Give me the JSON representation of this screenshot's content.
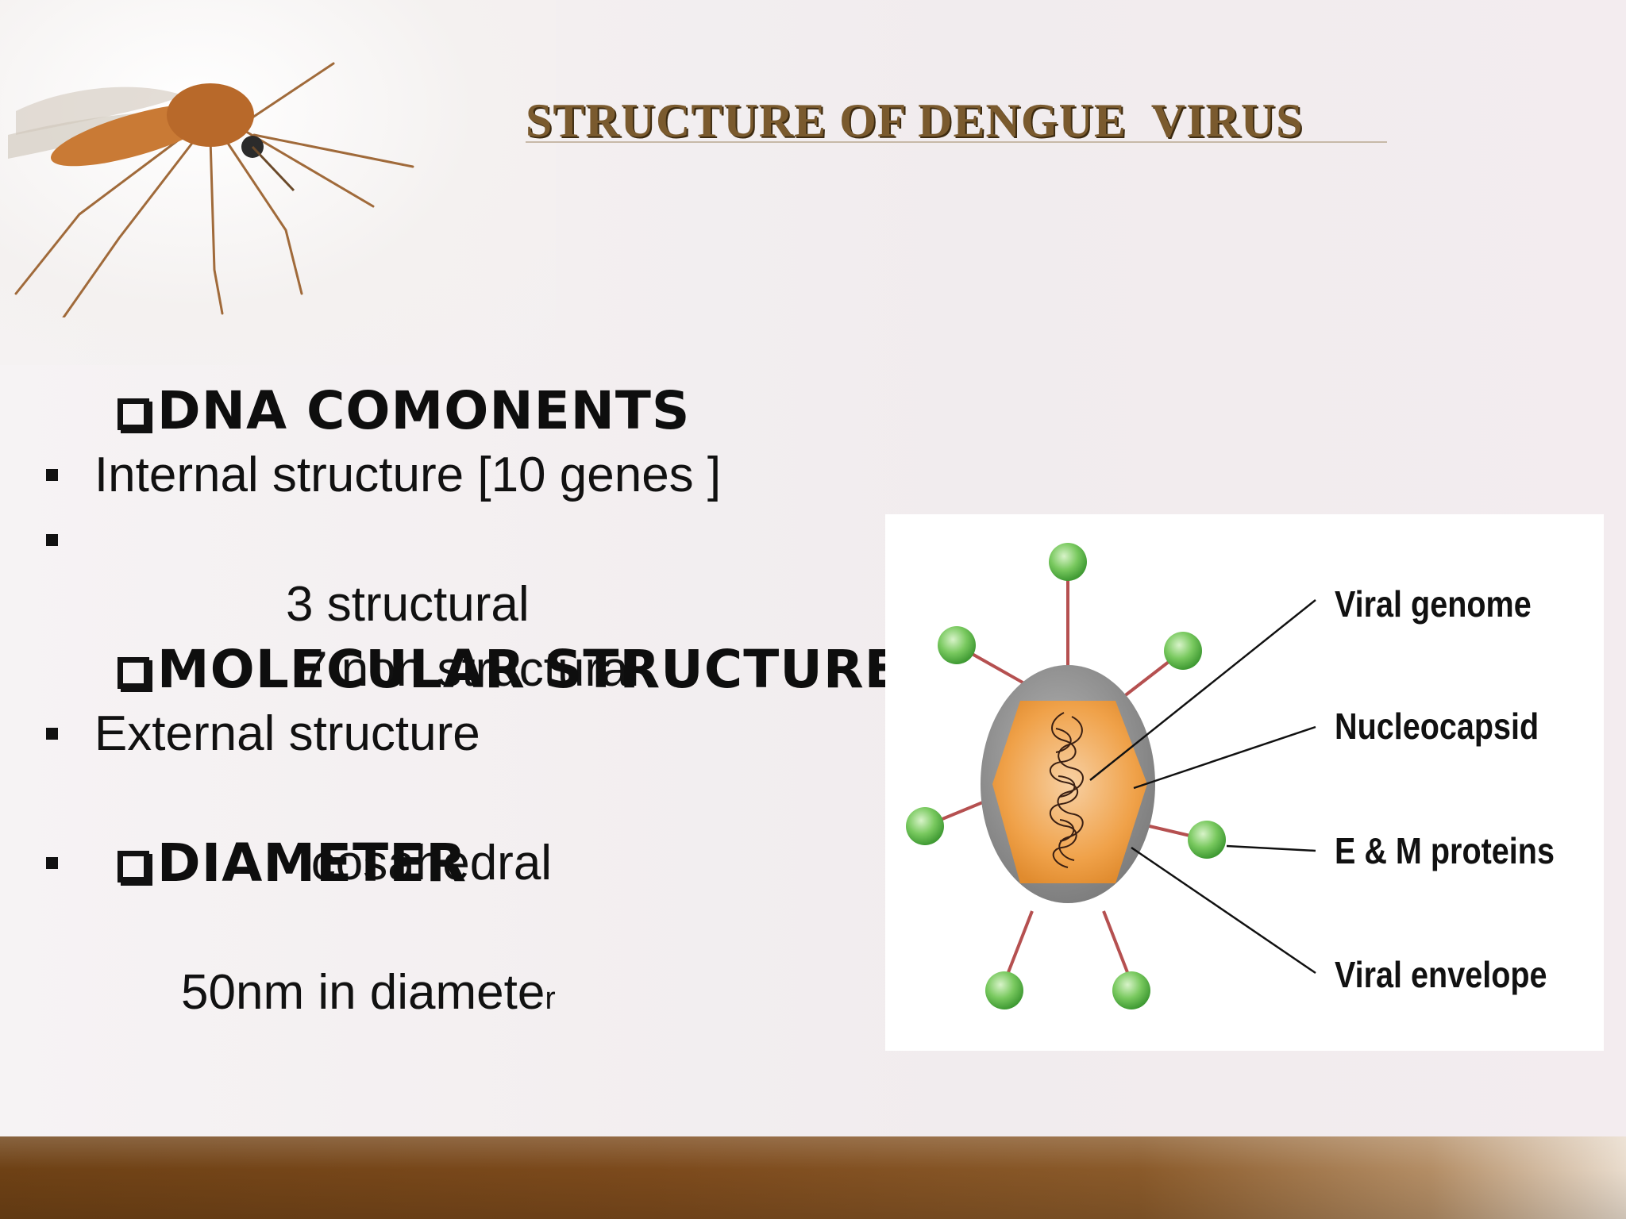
{
  "slide": {
    "title": "STRUCTURE OF DENGUE  VIRUS",
    "lines": [
      {
        "kind": "heading",
        "text": "DNA COMONENTS"
      },
      {
        "kind": "plain",
        "text": "Internal structure [10 genes ]"
      },
      {
        "kind": "bullet",
        "text": "3 structural"
      },
      {
        "kind": "bullet",
        "text": "7 non structural"
      },
      {
        "kind": "heading",
        "text": "MOLECULAR STRUCTURE"
      },
      {
        "kind": "plain",
        "text": "External structure"
      },
      {
        "kind": "bullet",
        "text": "icosahedral"
      },
      {
        "kind": "heading",
        "text": "DIAMETER"
      },
      {
        "kind": "bullet",
        "text": "50nm in diamete",
        "suffix": "r"
      }
    ]
  },
  "diagram": {
    "labels": {
      "viral_genome": "Viral genome",
      "nucleocapsid": "Nucleocapsid",
      "em_proteins": "E & M proteins",
      "viral_envelope": "Viral envelope"
    }
  },
  "colors": {
    "title": "#7a5a2e",
    "footer": "#7c4a1c",
    "spike_ball": "#6fc25a",
    "capsid": "#f0a24a",
    "envelope": "#8e8e8e"
  }
}
